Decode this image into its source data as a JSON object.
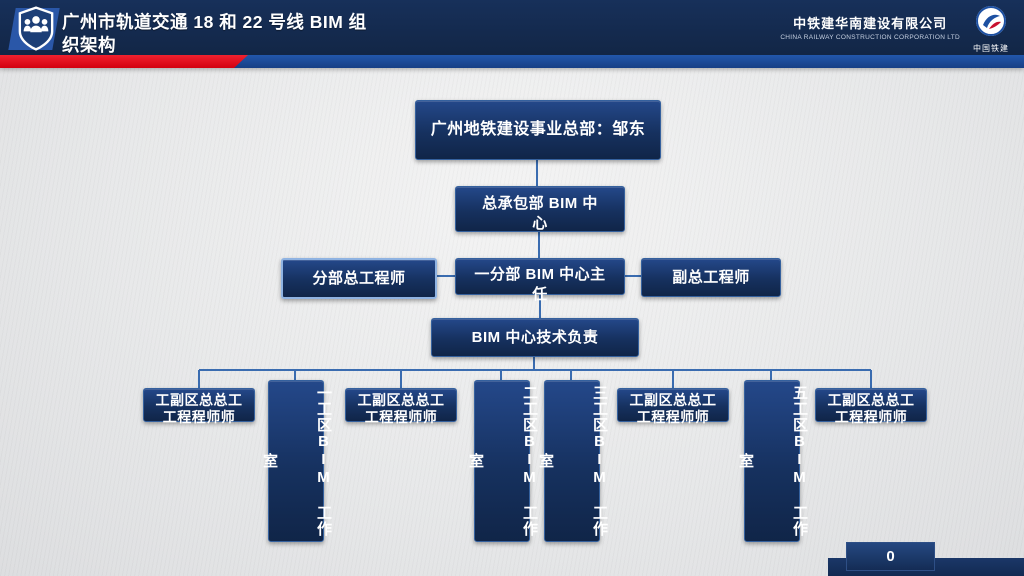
{
  "slide": {
    "header": {
      "title_line1": "广州市轨道交通 18 和 22 号线 BIM 组",
      "title_line2": "织架构",
      "company_cn": "中铁建华南建设有限公司",
      "company_en": "CHINA RAILWAY CONSTRUCTION CORPORATION LTD",
      "logo_caption": "中国铁建"
    },
    "org_chart": {
      "headquarters": "广州地铁建设事业总部：邹东",
      "gc_bim_center_line1": "总承包部 BIM 中",
      "gc_bim_center_line2": "心",
      "division_chief_engineer": "分部总工程师",
      "division_bim_director_line1": "一分部 BIM 中心主",
      "division_bim_director_line2": "任",
      "deputy_chief_engineer": "副总工程师",
      "bim_tech_lead": "BIM 中心技术负责",
      "bottom_row": [
        {
          "line1": "工副区总总工",
          "line2": "工程程师师"
        },
        {
          "label": "一工区BIM 工作室"
        },
        {
          "line1": "工副区总总工",
          "line2": "工程程师师"
        },
        {
          "label": "二工区BIM 工作室"
        },
        {
          "label": "三工区BIM 工作室"
        },
        {
          "line1": "工副区总总工",
          "line2": "工程程师师"
        },
        {
          "label": "五工区BIM 工作室"
        },
        {
          "line1": "工副区总总工",
          "line2": "工程程师师"
        }
      ]
    },
    "footer": {
      "page_number": "0"
    },
    "colors": {
      "header_navy": "#14294e",
      "stripe_red": "#e60012",
      "stripe_blue": "#1d50a2",
      "box_navy": "#16305f",
      "connector_blue": "#3a6cb0",
      "background_gray": "#e9eaeb"
    }
  }
}
